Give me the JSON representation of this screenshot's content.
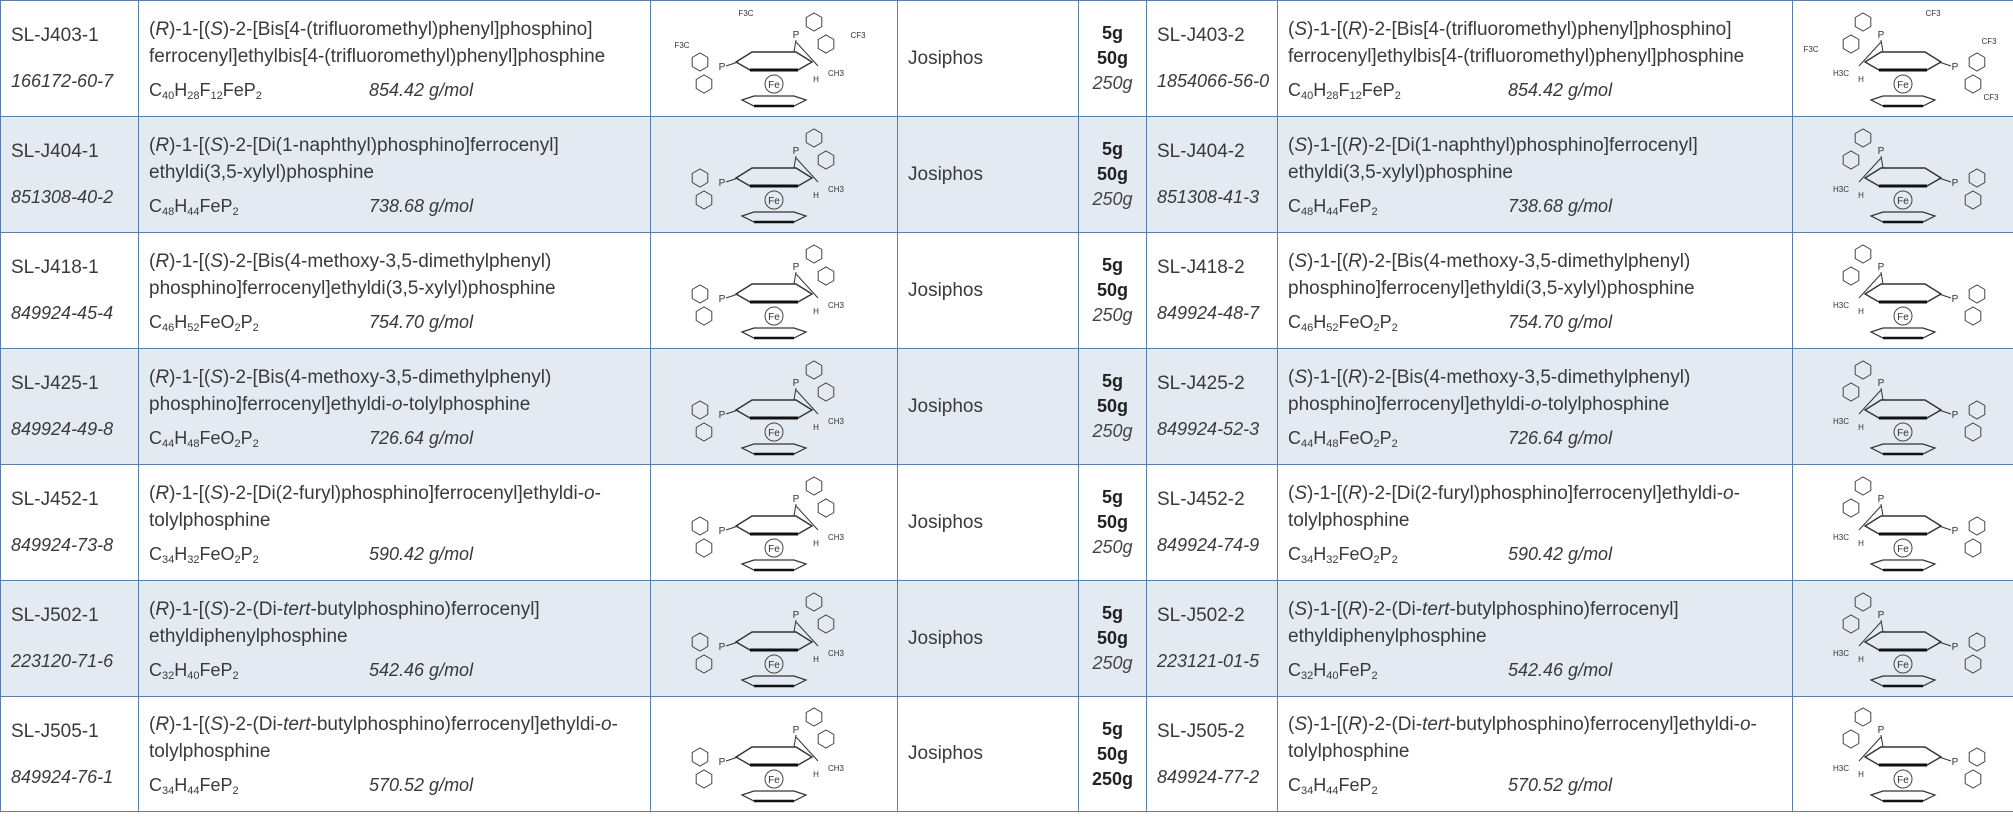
{
  "rows": [
    {
      "left": {
        "code": "SL-J403-1",
        "cas": "166172-60-7",
        "name_parts": [
          {
            "t": "(",
            "i": false
          },
          {
            "t": "R",
            "i": true
          },
          {
            "t": ")-1-[(",
            "i": false
          },
          {
            "t": "S",
            "i": true
          },
          {
            "t": ")-2-[Bis[4-(trifluoromethyl)phenyl]phosphino] ferrocenyl]ethylbis[4-(trifluoromethyl)phenyl]phosphine",
            "i": false
          }
        ],
        "formula": [
          {
            "t": "C"
          },
          {
            "s": "40"
          },
          {
            "t": "H"
          },
          {
            "s": "28"
          },
          {
            "t": "F"
          },
          {
            "s": "12"
          },
          {
            "t": "FeP"
          },
          {
            "s": "2"
          }
        ],
        "mw": "854.42 g/mol"
      },
      "ligand": "Josiphos",
      "sizes": [
        "5g",
        "50g",
        "250g"
      ],
      "right": {
        "code": "SL-J403-2",
        "cas": "1854066-56-0",
        "name_parts": [
          {
            "t": "(",
            "i": false
          },
          {
            "t": "S",
            "i": true
          },
          {
            "t": ")-1-[(",
            "i": false
          },
          {
            "t": "R",
            "i": true
          },
          {
            "t": ")-2-[Bis[4-(trifluoromethyl)phenyl]phosphino] ferrocenyl]ethylbis[4-(trifluoromethyl)phenyl]phosphine",
            "i": false
          }
        ],
        "formula": [
          {
            "t": "C"
          },
          {
            "s": "40"
          },
          {
            "t": "H"
          },
          {
            "s": "28"
          },
          {
            "t": "F"
          },
          {
            "s": "12"
          },
          {
            "t": "FeP"
          },
          {
            "s": "2"
          }
        ],
        "mw": "854.42 g/mol"
      },
      "struct": {
        "left_labels": [
          "F3C",
          "F3C",
          "CF3"
        ],
        "right_labels": [
          "CF3",
          "F3C",
          "CF3",
          "CF3"
        ]
      }
    },
    {
      "left": {
        "code": "SL-J404-1",
        "cas": "851308-40-2",
        "name_parts": [
          {
            "t": "(",
            "i": false
          },
          {
            "t": "R",
            "i": true
          },
          {
            "t": ")-1-[(",
            "i": false
          },
          {
            "t": "S",
            "i": true
          },
          {
            "t": ")-2-[Di(1-naphthyl)phosphino]ferrocenyl] ethyldi(3,5-xylyl)phosphine",
            "i": false
          }
        ],
        "formula": [
          {
            "t": "C"
          },
          {
            "s": "48"
          },
          {
            "t": "H"
          },
          {
            "s": "44"
          },
          {
            "t": "FeP"
          },
          {
            "s": "2"
          }
        ],
        "mw": "738.68 g/mol"
      },
      "ligand": "Josiphos",
      "sizes": [
        "5g",
        "50g",
        "250g"
      ],
      "right": {
        "code": "SL-J404-2",
        "cas": "851308-41-3",
        "name_parts": [
          {
            "t": "(",
            "i": false
          },
          {
            "t": "S",
            "i": true
          },
          {
            "t": ")-1-[(",
            "i": false
          },
          {
            "t": "R",
            "i": true
          },
          {
            "t": ")-2-[Di(1-naphthyl)phosphino]ferrocenyl] ethyldi(3,5-xylyl)phosphine",
            "i": false
          }
        ],
        "formula": [
          {
            "t": "C"
          },
          {
            "s": "48"
          },
          {
            "t": "H"
          },
          {
            "s": "44"
          },
          {
            "t": "FeP"
          },
          {
            "s": "2"
          }
        ],
        "mw": "738.68 g/mol"
      },
      "struct": {
        "left_labels": [],
        "right_labels": []
      }
    },
    {
      "left": {
        "code": "SL-J418-1",
        "cas": "849924-45-4",
        "name_parts": [
          {
            "t": "(",
            "i": false
          },
          {
            "t": "R",
            "i": true
          },
          {
            "t": ")-1-[(",
            "i": false
          },
          {
            "t": "S",
            "i": true
          },
          {
            "t": ")-2-[Bis(4-methoxy-3,5-dimethylphenyl) phosphino]ferrocenyl]ethyldi(3,5-xylyl)phosphine",
            "i": false
          }
        ],
        "formula": [
          {
            "t": "C"
          },
          {
            "s": "46"
          },
          {
            "t": "H"
          },
          {
            "s": "52"
          },
          {
            "t": "FeO"
          },
          {
            "s": "2"
          },
          {
            "t": "P"
          },
          {
            "s": "2"
          }
        ],
        "mw": "754.70 g/mol"
      },
      "ligand": "Josiphos",
      "sizes": [
        "5g",
        "50g",
        "250g"
      ],
      "right": {
        "code": "SL-J418-2",
        "cas": "849924-48-7",
        "name_parts": [
          {
            "t": "(",
            "i": false
          },
          {
            "t": "S",
            "i": true
          },
          {
            "t": ")-1-[(",
            "i": false
          },
          {
            "t": "R",
            "i": true
          },
          {
            "t": ")-2-[Bis(4-methoxy-3,5-dimethylphenyl) phosphino]ferrocenyl]ethyldi(3,5-xylyl)phosphine",
            "i": false
          }
        ],
        "formula": [
          {
            "t": "C"
          },
          {
            "s": "46"
          },
          {
            "t": "H"
          },
          {
            "s": "52"
          },
          {
            "t": "FeO"
          },
          {
            "s": "2"
          },
          {
            "t": "P"
          },
          {
            "s": "2"
          }
        ],
        "mw": "754.70 g/mol"
      },
      "struct": {
        "left_labels": [],
        "right_labels": []
      }
    },
    {
      "left": {
        "code": "SL-J425-1",
        "cas": "849924-49-8",
        "name_parts": [
          {
            "t": "(",
            "i": false
          },
          {
            "t": "R",
            "i": true
          },
          {
            "t": ")-1-[(",
            "i": false
          },
          {
            "t": "S",
            "i": true
          },
          {
            "t": ")-2-[Bis(4-methoxy-3,5-dimethylphenyl) phosphino]ferrocenyl]ethyldi-",
            "i": false
          },
          {
            "t": "o",
            "i": true
          },
          {
            "t": "-tolylphosphine",
            "i": false
          }
        ],
        "formula": [
          {
            "t": "C"
          },
          {
            "s": "44"
          },
          {
            "t": "H"
          },
          {
            "s": "48"
          },
          {
            "t": "FeO"
          },
          {
            "s": "2"
          },
          {
            "t": "P"
          },
          {
            "s": "2"
          }
        ],
        "mw": "726.64 g/mol"
      },
      "ligand": "Josiphos",
      "sizes": [
        "5g",
        "50g",
        "250g"
      ],
      "right": {
        "code": "SL-J425-2",
        "cas": "849924-52-3",
        "name_parts": [
          {
            "t": "(",
            "i": false
          },
          {
            "t": "S",
            "i": true
          },
          {
            "t": ")-1-[(",
            "i": false
          },
          {
            "t": "R",
            "i": true
          },
          {
            "t": ")-2-[Bis(4-methoxy-3,5-dimethylphenyl) phosphino]ferrocenyl]ethyldi-",
            "i": false
          },
          {
            "t": "o",
            "i": true
          },
          {
            "t": "-tolylphosphine",
            "i": false
          }
        ],
        "formula": [
          {
            "t": "C"
          },
          {
            "s": "44"
          },
          {
            "t": "H"
          },
          {
            "s": "48"
          },
          {
            "t": "FeO"
          },
          {
            "s": "2"
          },
          {
            "t": "P"
          },
          {
            "s": "2"
          }
        ],
        "mw": "726.64 g/mol"
      },
      "struct": {
        "left_labels": [],
        "right_labels": []
      }
    },
    {
      "left": {
        "code": "SL-J452-1",
        "cas": "849924-73-8",
        "name_parts": [
          {
            "t": "(",
            "i": false
          },
          {
            "t": "R",
            "i": true
          },
          {
            "t": ")-1-[(",
            "i": false
          },
          {
            "t": "S",
            "i": true
          },
          {
            "t": ")-2-[Di(2-furyl)phosphino]ferrocenyl]ethyldi-",
            "i": false
          },
          {
            "t": "o",
            "i": true
          },
          {
            "t": "- tolylphosphine",
            "i": false
          }
        ],
        "formula": [
          {
            "t": "C"
          },
          {
            "s": "34"
          },
          {
            "t": "H"
          },
          {
            "s": "32"
          },
          {
            "t": "FeO"
          },
          {
            "s": "2"
          },
          {
            "t": "P"
          },
          {
            "s": "2"
          }
        ],
        "mw": "590.42 g/mol"
      },
      "ligand": "Josiphos",
      "sizes": [
        "5g",
        "50g",
        "250g"
      ],
      "right": {
        "code": "SL-J452-2",
        "cas": "849924-74-9",
        "name_parts": [
          {
            "t": "(",
            "i": false
          },
          {
            "t": "S",
            "i": true
          },
          {
            "t": ")-1-[(",
            "i": false
          },
          {
            "t": "R",
            "i": true
          },
          {
            "t": ")-2-[Di(2-furyl)phosphino]ferrocenyl]ethyldi-",
            "i": false
          },
          {
            "t": "o",
            "i": true
          },
          {
            "t": "- tolylphosphine",
            "i": false
          }
        ],
        "formula": [
          {
            "t": "C"
          },
          {
            "s": "34"
          },
          {
            "t": "H"
          },
          {
            "s": "32"
          },
          {
            "t": "FeO"
          },
          {
            "s": "2"
          },
          {
            "t": "P"
          },
          {
            "s": "2"
          }
        ],
        "mw": "590.42 g/mol"
      },
      "struct": {
        "left_labels": [],
        "right_labels": []
      }
    },
    {
      "left": {
        "code": "SL-J502-1",
        "cas": "223120-71-6",
        "name_parts": [
          {
            "t": "(",
            "i": false
          },
          {
            "t": "R",
            "i": true
          },
          {
            "t": ")-1-[(",
            "i": false
          },
          {
            "t": "S",
            "i": true
          },
          {
            "t": ")-2-(Di-",
            "i": false
          },
          {
            "t": "tert",
            "i": true
          },
          {
            "t": "-butylphosphino)ferrocenyl] ethyldiphenylphosphine",
            "i": false
          }
        ],
        "formula": [
          {
            "t": "C"
          },
          {
            "s": "32"
          },
          {
            "t": "H"
          },
          {
            "s": "40"
          },
          {
            "t": "FeP"
          },
          {
            "s": "2"
          }
        ],
        "mw": "542.46 g/mol"
      },
      "ligand": "Josiphos",
      "sizes": [
        "5g",
        "50g",
        "250g"
      ],
      "right": {
        "code": "SL-J502-2",
        "cas": "223121-01-5",
        "name_parts": [
          {
            "t": "(",
            "i": false
          },
          {
            "t": "S",
            "i": true
          },
          {
            "t": ")-1-[(",
            "i": false
          },
          {
            "t": "R",
            "i": true
          },
          {
            "t": ")-2-(Di-",
            "i": false
          },
          {
            "t": "tert",
            "i": true
          },
          {
            "t": "-butylphosphino)ferrocenyl] ethyldiphenylphosphine",
            "i": false
          }
        ],
        "formula": [
          {
            "t": "C"
          },
          {
            "s": "32"
          },
          {
            "t": "H"
          },
          {
            "s": "40"
          },
          {
            "t": "FeP"
          },
          {
            "s": "2"
          }
        ],
        "mw": "542.46 g/mol"
      },
      "struct": {
        "left_labels": [],
        "right_labels": []
      }
    },
    {
      "left": {
        "code": "SL-J505-1",
        "cas": "849924-76-1",
        "name_parts": [
          {
            "t": "(",
            "i": false
          },
          {
            "t": "R",
            "i": true
          },
          {
            "t": ")-1-[(",
            "i": false
          },
          {
            "t": "S",
            "i": true
          },
          {
            "t": ")-2-(Di-",
            "i": false
          },
          {
            "t": "tert",
            "i": true
          },
          {
            "t": "-butylphosphino)ferrocenyl]ethyldi-",
            "i": false
          },
          {
            "t": "o",
            "i": true
          },
          {
            "t": "- tolylphosphine",
            "i": false
          }
        ],
        "formula": [
          {
            "t": "C"
          },
          {
            "s": "34"
          },
          {
            "t": "H"
          },
          {
            "s": "44"
          },
          {
            "t": "FeP"
          },
          {
            "s": "2"
          }
        ],
        "mw": "570.52 g/mol"
      },
      "ligand": "Josiphos",
      "sizes": [
        "5g",
        "50g",
        "250g"
      ],
      "sizes_all_bold": true,
      "right": {
        "code": "SL-J505-2",
        "cas": "849924-77-2",
        "name_parts": [
          {
            "t": "(",
            "i": false
          },
          {
            "t": "S",
            "i": true
          },
          {
            "t": ")-1-[(",
            "i": false
          },
          {
            "t": "R",
            "i": true
          },
          {
            "t": ")-2-(Di-",
            "i": false
          },
          {
            "t": "tert",
            "i": true
          },
          {
            "t": "-butylphosphino)ferrocenyl]ethyldi-",
            "i": false
          },
          {
            "t": "o",
            "i": true
          },
          {
            "t": "- tolylphosphine",
            "i": false
          }
        ],
        "formula": [
          {
            "t": "C"
          },
          {
            "s": "34"
          },
          {
            "t": "H"
          },
          {
            "s": "44"
          },
          {
            "t": "FeP"
          },
          {
            "s": "2"
          }
        ],
        "mw": "570.52 g/mol"
      },
      "struct": {
        "left_labels": [],
        "right_labels": []
      }
    }
  ],
  "struct_common": {
    "fe_label": "Fe",
    "p_label": "P",
    "h_label": "H",
    "ch3_label": "CH3",
    "h3c_label": "H3C"
  },
  "colors": {
    "border": "#5b7fa8",
    "alt_row": "#e4eaf2",
    "text": "#3a3a3a"
  }
}
